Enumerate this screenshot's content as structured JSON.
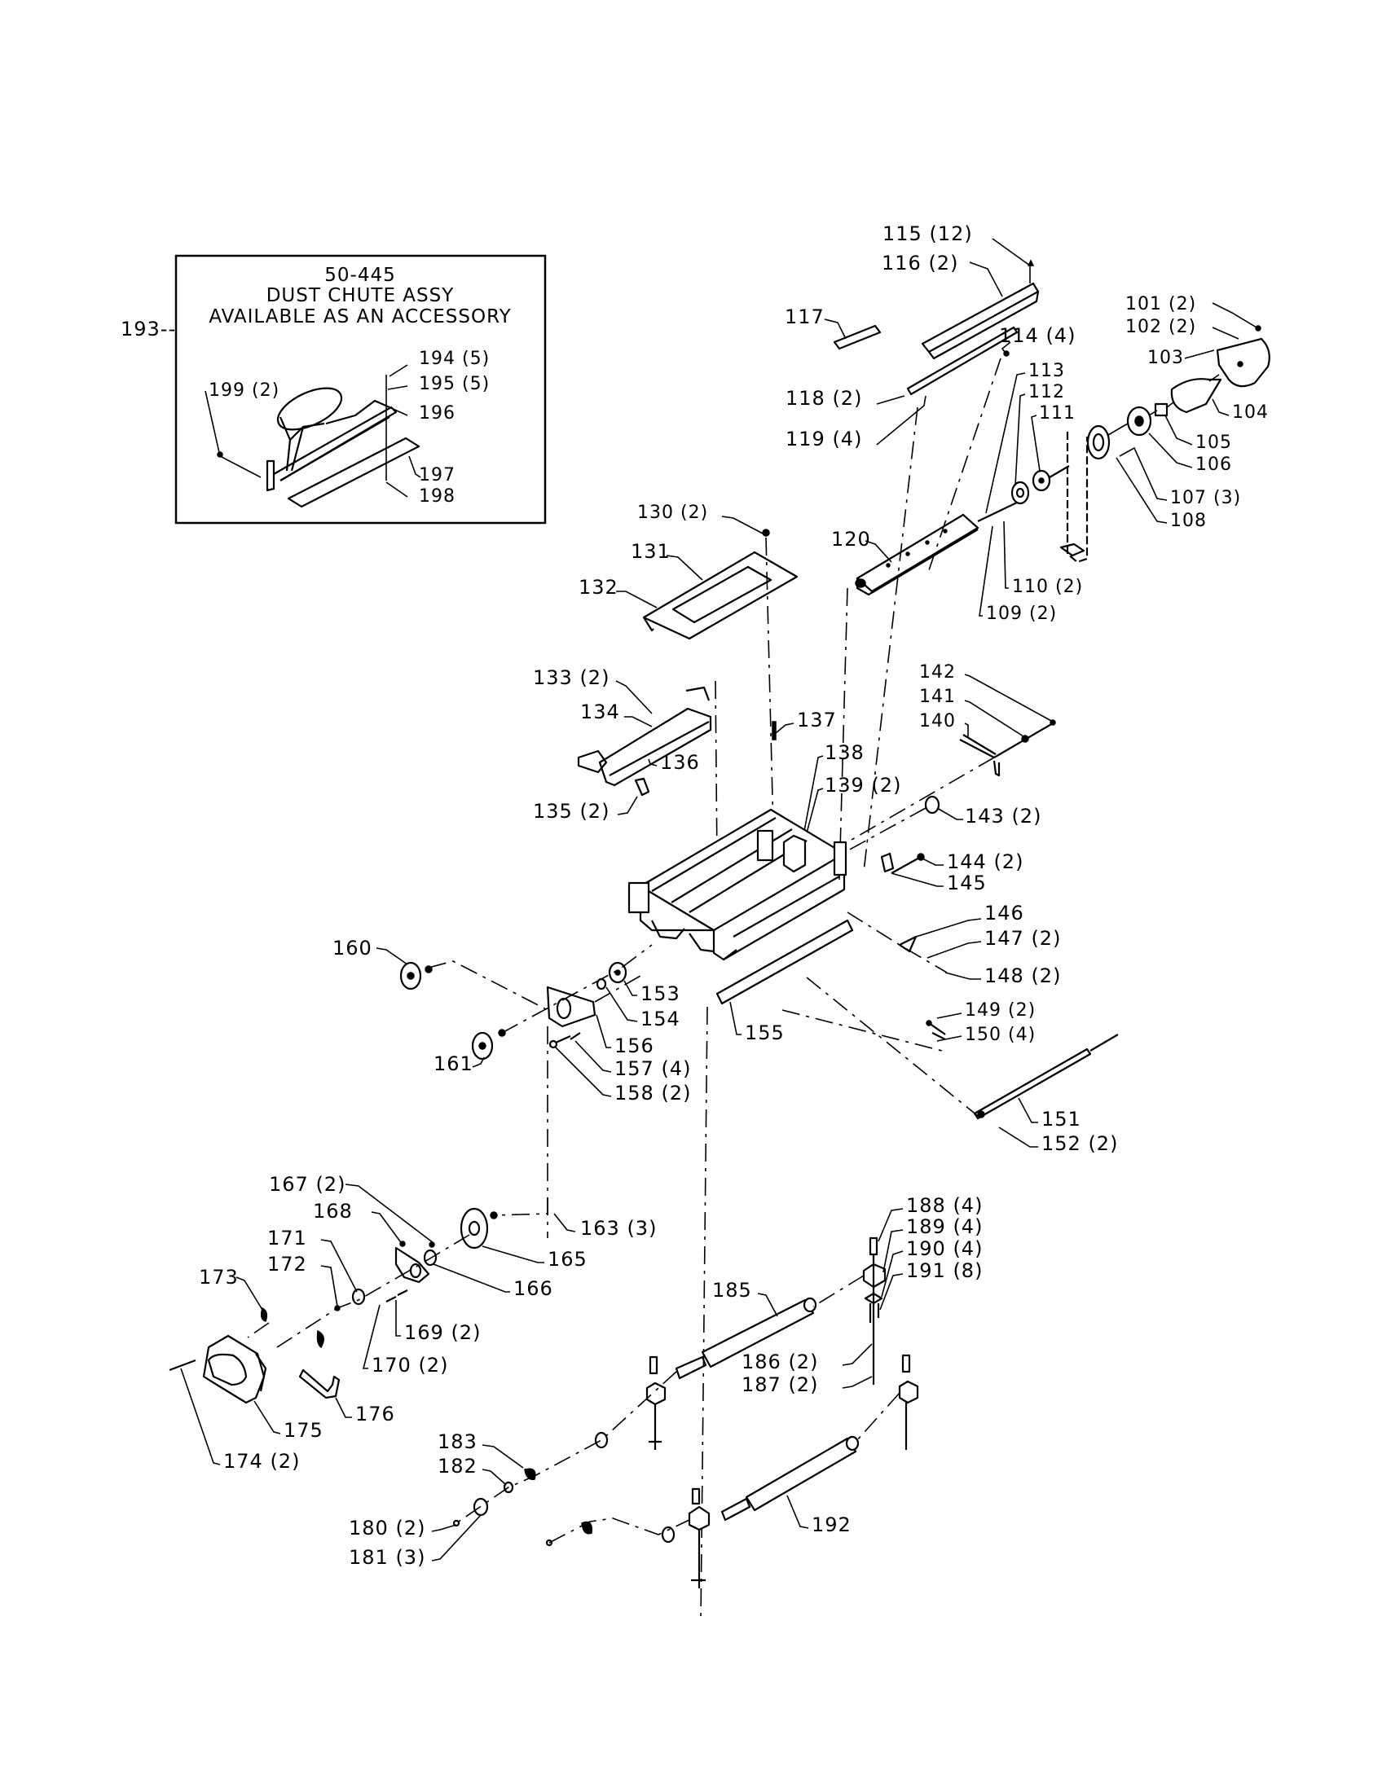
{
  "inset": {
    "callout": "193--",
    "title_lines": [
      "50-445",
      "DUST CHUTE ASSY",
      "AVAILABLE AS AN ACCESSORY"
    ],
    "labels": {
      "p194": "194 (5)",
      "p195": "195 (5)",
      "p196": "196",
      "p197": "197",
      "p198": "198",
      "p199": "199 (2)"
    }
  },
  "labels": {
    "p101": "101 (2)",
    "p102": "102 (2)",
    "p103": "103",
    "p104": "104",
    "p105": "105",
    "p106": "106",
    "p107": "107 (3)",
    "p108": "108",
    "p109": "109 (2)",
    "p110": "110 (2)",
    "p111": "111",
    "p112": "112",
    "p113": "113",
    "p114": "114 (4)",
    "p115": "115 (12)",
    "p116": "116 (2)",
    "p117": "117",
    "p118": "118 (2)",
    "p119": "119 (4)",
    "p120": "120",
    "p130": "130 (2)",
    "p131": "131",
    "p132": "132",
    "p133": "133 (2)",
    "p134": "134",
    "p135": "135 (2)",
    "p136": "136",
    "p137": "137",
    "p138": "138",
    "p139": "139 (2)",
    "p140": "140",
    "p141": "141",
    "p142": "142",
    "p143": "143 (2)",
    "p144": "144 (2)",
    "p145": "145",
    "p146": "146",
    "p147": "147 (2)",
    "p148": "148 (2)",
    "p149": "149 (2)",
    "p150": "150 (4)",
    "p151": "151",
    "p152": "152 (2)",
    "p153": "153",
    "p154": "154",
    "p155": "155",
    "p156": "156",
    "p157": "157 (4)",
    "p158": "158 (2)",
    "p160": "160",
    "p161": "161",
    "p163": "163 (3)",
    "p165": "165",
    "p166": "166",
    "p167": "167 (2)",
    "p168": "168",
    "p169": "169 (2)",
    "p170": "170 (2)",
    "p171": "171",
    "p172": "172",
    "p173": "173",
    "p174": "174 (2)",
    "p175": "175",
    "p176": "176",
    "p180": "180 (2)",
    "p181": "181 (3)",
    "p182": "182",
    "p183": "183",
    "p185": "185",
    "p186": "186 (2)",
    "p187": "187 (2)",
    "p188": "188 (4)",
    "p189": "189 (4)",
    "p190": "190 (4)",
    "p191": "191 (8)",
    "p192": "192"
  }
}
